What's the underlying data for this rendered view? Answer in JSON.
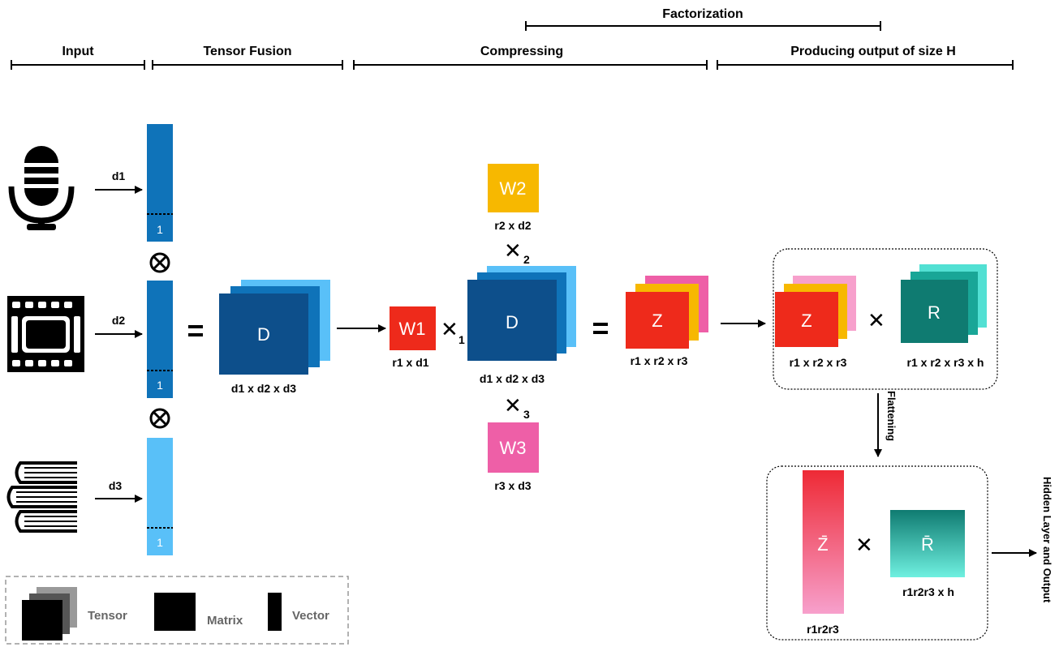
{
  "sections": {
    "input": "Input",
    "tensor_fusion": "Tensor Fusion",
    "compressing": "Compressing",
    "producing": "Producing output of size H",
    "factorization": "Factorization"
  },
  "modalities": {
    "audio_dim": "d1",
    "video_dim": "d2",
    "text_dim": "d3",
    "appended_one": "1"
  },
  "tensor_fusion": {
    "tensor_label": "D",
    "tensor_dims": "d1 x d2 x d3"
  },
  "compressing": {
    "w1_label": "W1",
    "w1_dims": "r1 x d1",
    "w2_label": "W2",
    "w2_dims": "r2 x d2",
    "w3_label": "W3",
    "w3_dims": "r3 x d3",
    "mode1": "1",
    "mode2": "2",
    "mode3": "3",
    "d_label": "D",
    "d_dims": "d1 x d2 x d3",
    "z_label": "Z",
    "z_dims": "r1 x r2 x r3"
  },
  "producing": {
    "z_label": "Z",
    "z_dims": "r1 x r2 x r3",
    "r_label": "R",
    "r_dims": "r1 x r2 x r3 x h",
    "flattening": "Flattening",
    "zbar_label": "Z̄",
    "zbar_dims": "r1r2r3",
    "rbar_label": "R̄",
    "rbar_dims": "r1r2r3 x h",
    "output_label": "Hidden Layer and Output"
  },
  "legend": {
    "tensor": "Tensor",
    "matrix": "Matrix",
    "vector": "Vector"
  },
  "colors": {
    "dark_blue": "#0d4f8b",
    "mid_blue": "#0f73b9",
    "light_blue": "#59c0f8",
    "red": "#ee2a1b",
    "yellow": "#f7b800",
    "pink": "#ee5fa7",
    "teal": "#0f7b71",
    "light_teal": "#52e0d3"
  }
}
